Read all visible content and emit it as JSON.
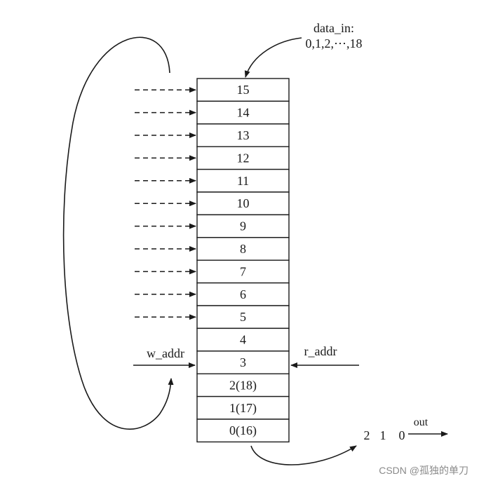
{
  "input_label": "data_in:",
  "input_sequence": "0,1,2,⋯,18",
  "memory_cells": [
    "15",
    "14",
    "13",
    "12",
    "11",
    "10",
    "9",
    "8",
    "7",
    "6",
    "5",
    "4",
    "3",
    "2(18)",
    "1(17)",
    "0(16)"
  ],
  "write_pointer_label": "w_addr",
  "read_pointer_label": "r_addr",
  "output_label": "out",
  "output_sequence": [
    "2",
    "1",
    "0"
  ],
  "watermark": "CSDN @孤独的单刀"
}
